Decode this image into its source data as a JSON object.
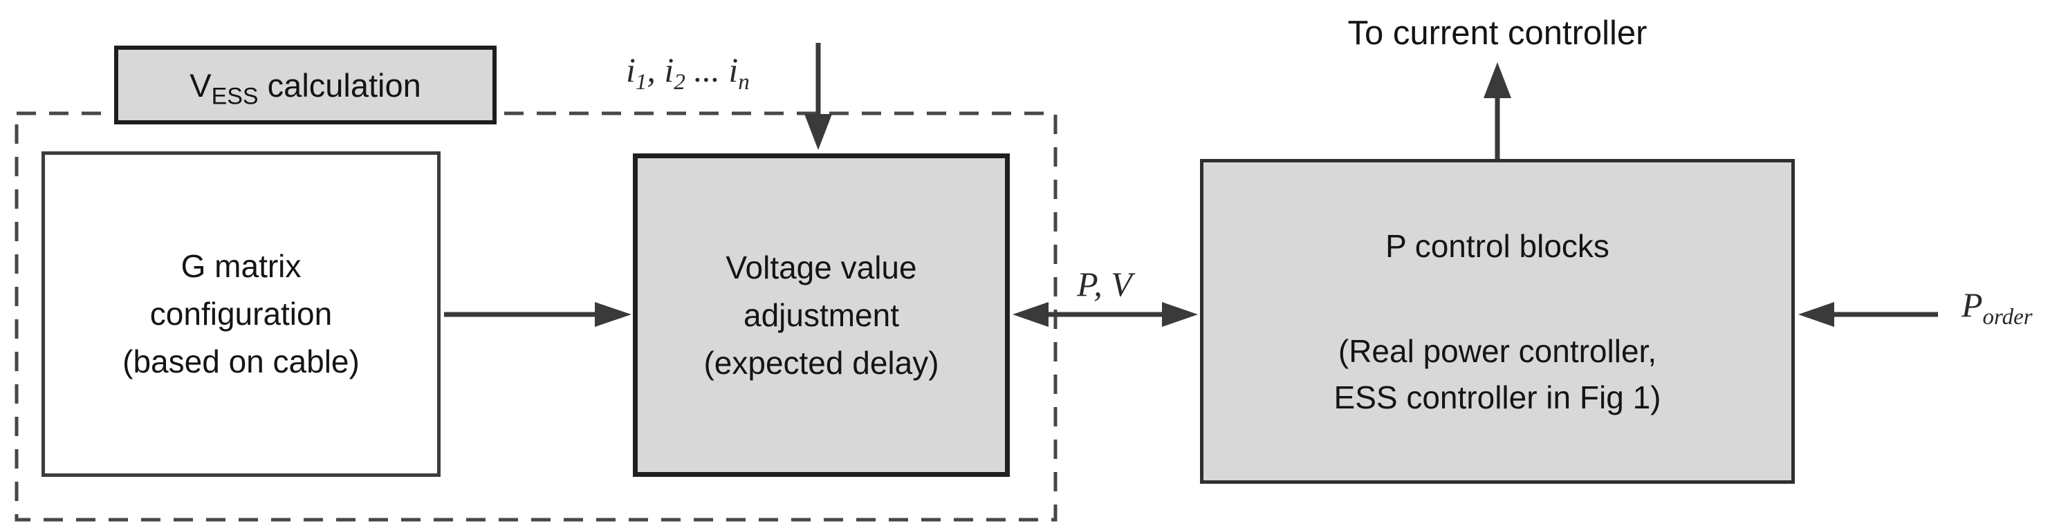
{
  "diagram": {
    "title_box": {
      "segments": [
        "V",
        "ESS",
        " calculation"
      ]
    },
    "g_box": {
      "lines": [
        "G matrix",
        "configuration",
        "(based on cable)"
      ]
    },
    "voltage_box": {
      "lines": [
        "Voltage value",
        "adjustment",
        "(expected delay)"
      ]
    },
    "p_box": {
      "title": "P control blocks",
      "note_lines": [
        "(Real power controller,",
        "ESS controller in Fig 1)"
      ]
    },
    "labels": {
      "currents": {
        "segments": [
          "i",
          "1",
          ", ",
          "i",
          "2",
          " ... ",
          "i",
          "n"
        ]
      },
      "pv": "P, V",
      "to_current_controller": "To current controller",
      "p_order": {
        "segments": [
          "P",
          "order"
        ]
      }
    },
    "colors": {
      "box_fill_gray": "#d8d8d8",
      "box_fill_white": "#ffffff",
      "box_border_dark": "#1f1f1f",
      "box_border_gray": "#3c3c3c",
      "connector_line": "#3a3a3a",
      "dashed_border": "#474747",
      "text": "#141414",
      "background": "#ffffff"
    }
  }
}
